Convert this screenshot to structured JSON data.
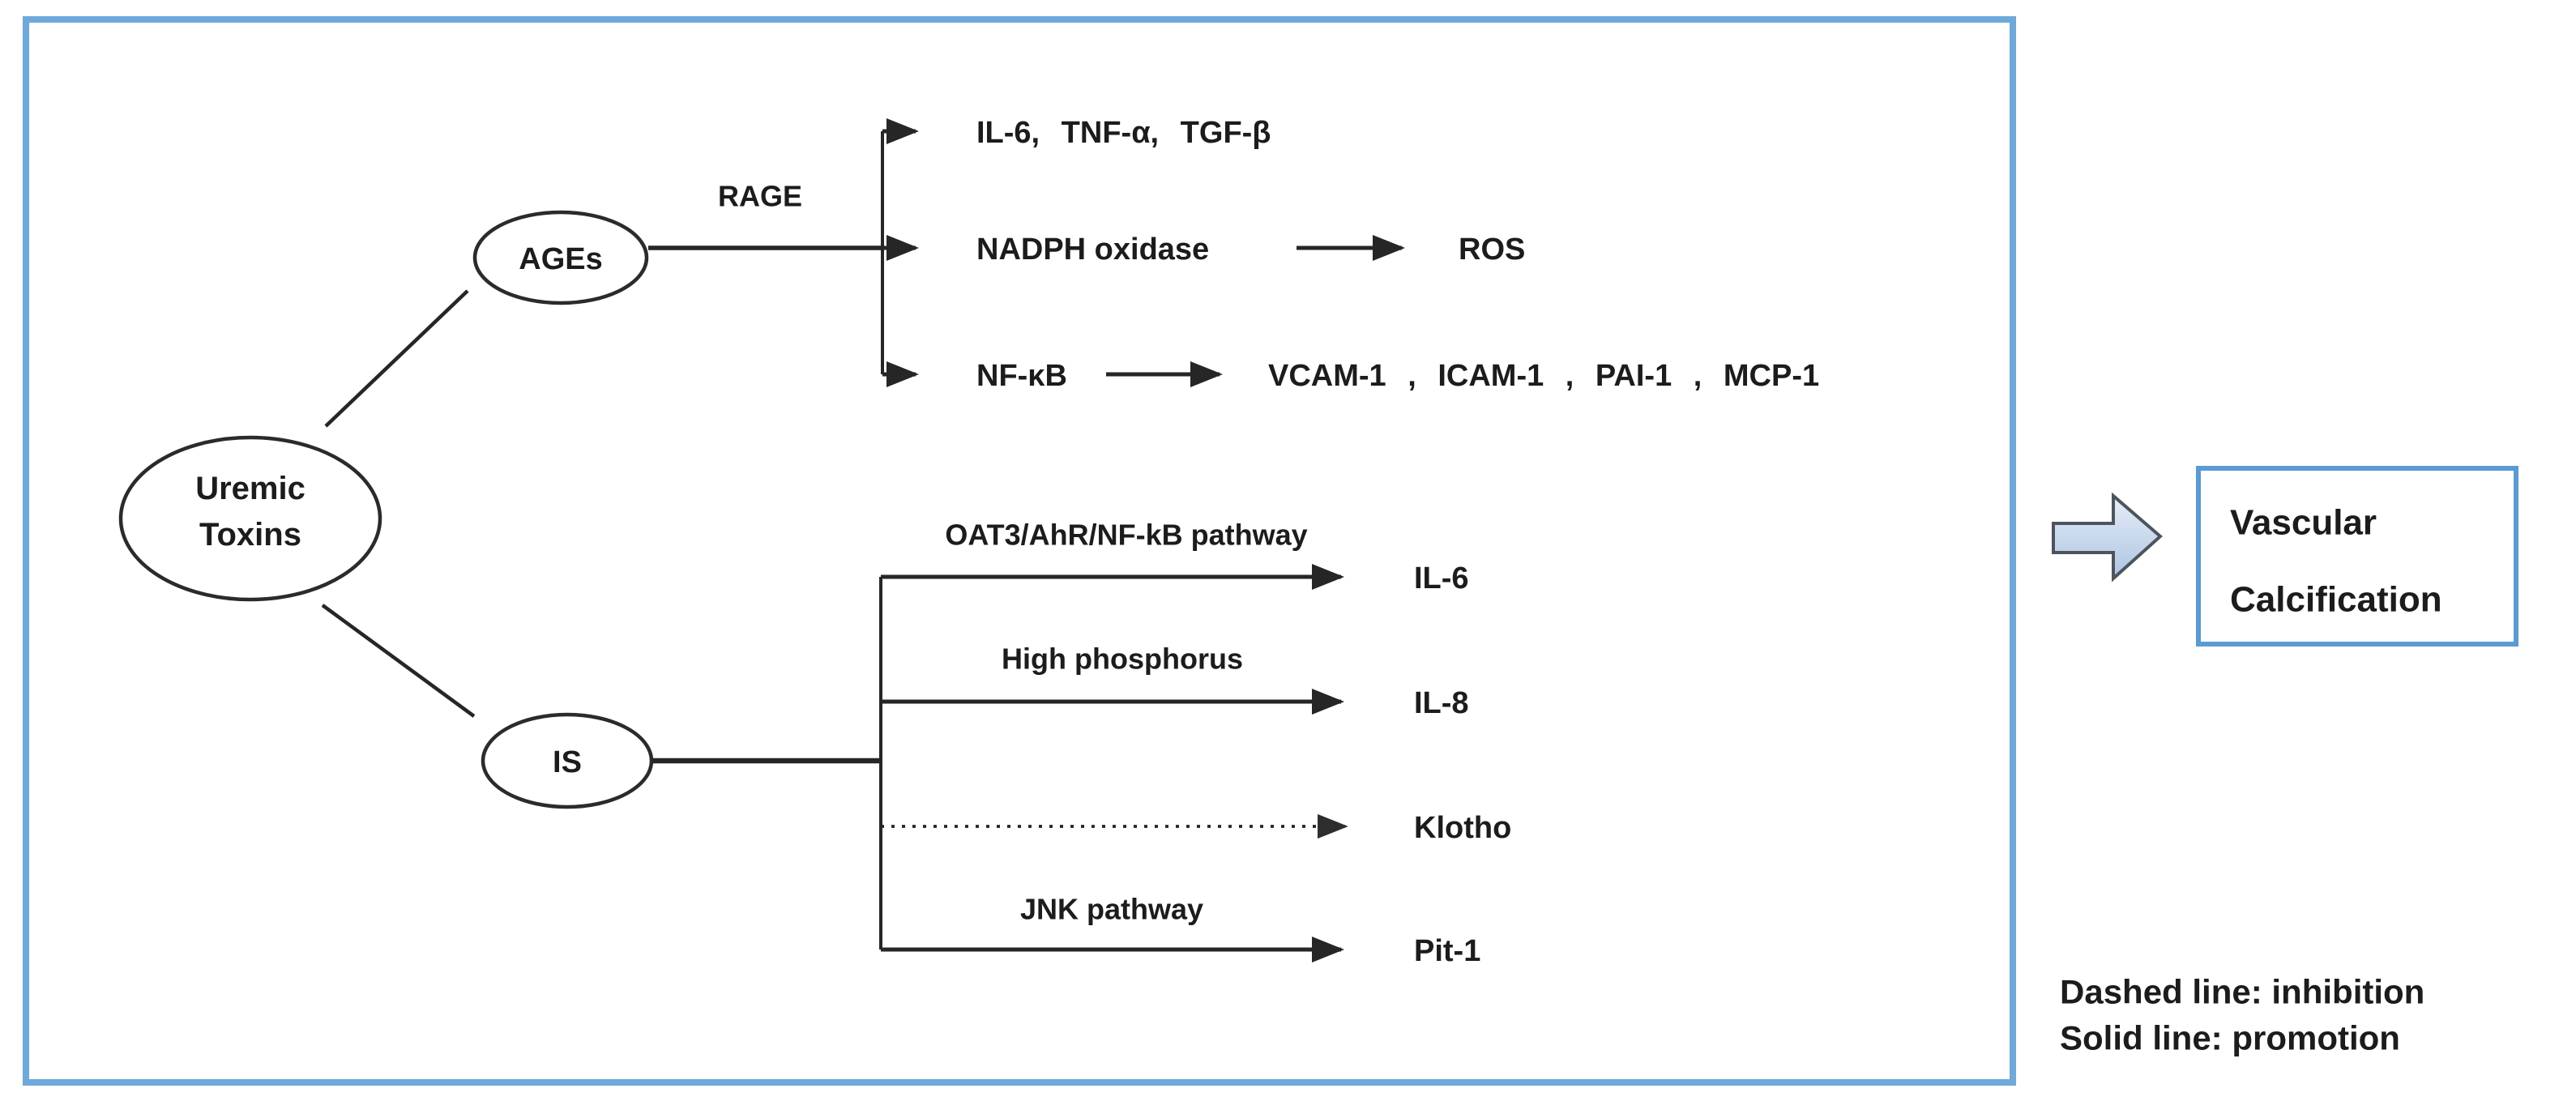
{
  "figure": {
    "root": {
      "line1": "Uremic",
      "line2": "Toxins"
    },
    "ages": {
      "node": "AGEs",
      "receptor": "RAGE",
      "cytokines": "IL-6,  TNF-α,  TGF-β",
      "nadph": "NADPH oxidase",
      "ros": "ROS",
      "nfkb": "NF-κB",
      "adhesion_molecules": "VCAM-1 , ICAM-1 , PAI-1 , MCP-1"
    },
    "is": {
      "node": "IS",
      "oat3_pathway": "OAT3/AhR/NF-kB pathway",
      "il6": "IL-6",
      "high_phosphorus": "High phosphorus",
      "il8": "IL-8",
      "klotho": "Klotho",
      "jnk_pathway": "JNK pathway",
      "pit1": "Pit-1"
    },
    "outcome": {
      "line1": "Vascular",
      "line2": "Calcification"
    },
    "legend": {
      "dashed": "Dashed line: inhibition",
      "solid": "Solid line: promotion"
    },
    "colors": {
      "frame_border": "#6FA9DC",
      "outcome_border": "#5B9BD5",
      "block_arrow_top": "#E6EDF7",
      "block_arrow_bottom": "#ACC5E2",
      "block_arrow_stroke": "#4D545E",
      "ink": "#262626"
    }
  }
}
